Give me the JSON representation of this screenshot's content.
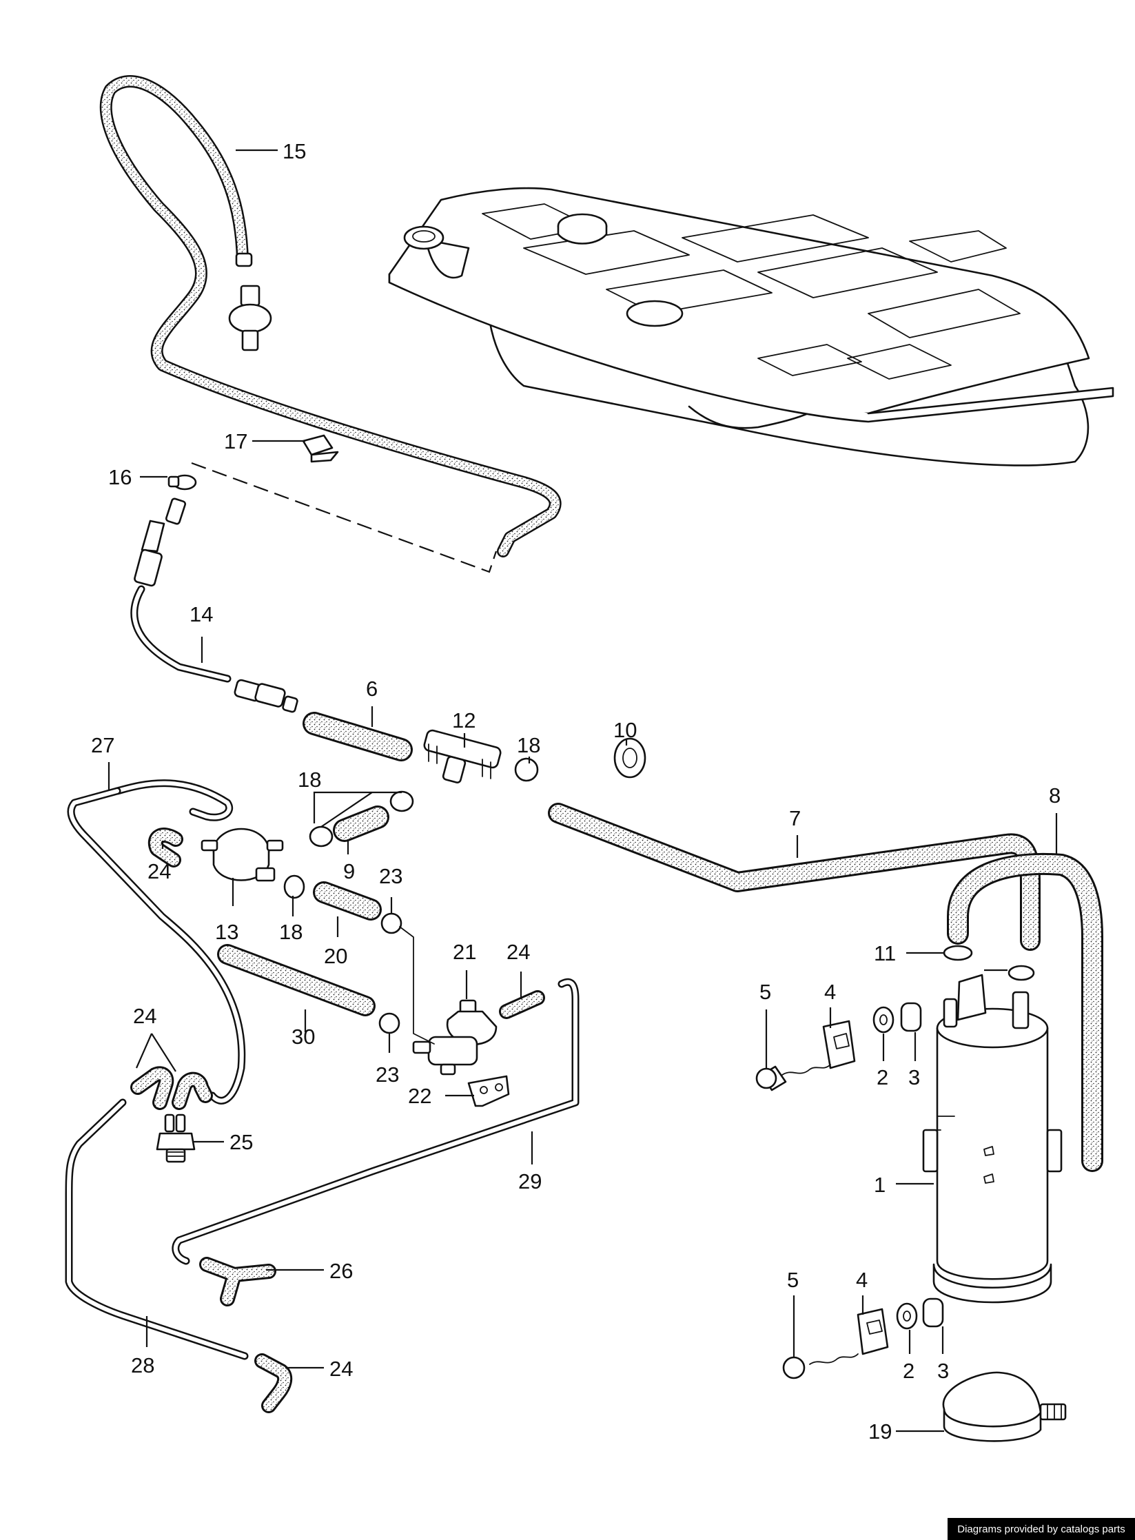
{
  "callouts": {
    "c1": "1",
    "c2a": "2",
    "c2b": "2",
    "c3a": "3",
    "c3b": "3",
    "c4a": "4",
    "c4b": "4",
    "c5a": "5",
    "c5b": "5",
    "c6": "6",
    "c7": "7",
    "c8": "8",
    "c9": "9",
    "c10": "10",
    "c11": "11",
    "c12": "12",
    "c13": "13",
    "c14": "14",
    "c15": "15",
    "c16": "16",
    "c17": "17",
    "c18a": "18",
    "c18b": "18",
    "c18c": "18",
    "c19": "19",
    "c20": "20",
    "c21": "21",
    "c22": "22",
    "c23a": "23",
    "c23b": "23",
    "c24a": "24",
    "c24b": "24",
    "c24c": "24",
    "c24d": "24",
    "c25": "25",
    "c26": "26",
    "c27": "27",
    "c28": "28",
    "c29": "29",
    "c30": "30"
  },
  "credit": "Diagrams provided by catalogs parts"
}
